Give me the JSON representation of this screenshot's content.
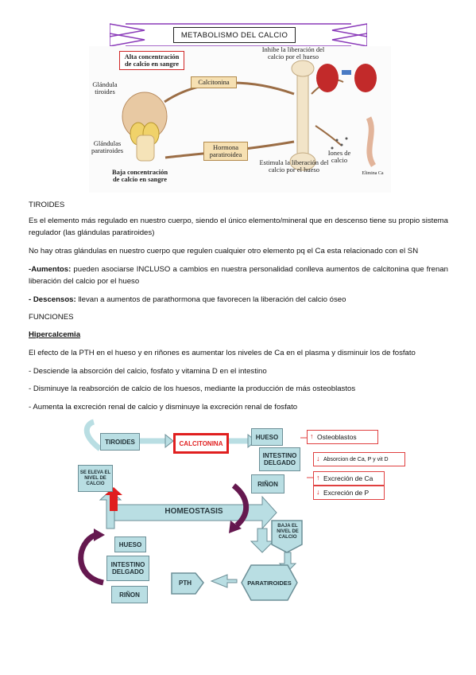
{
  "title": "METABOLISMO DEL CALCIO",
  "figure1": {
    "high_calcium": "Alta concentración de calcio en sangre",
    "thyroid": "Glándula tiroides",
    "parathyroid": "Glándulas paratiroides",
    "low_calcium": "Baja concentración de calcio en sangre",
    "calcitonin": "Calcitonina",
    "pth": "Hormona paratiroidea",
    "inhibits": "Inhibe la liberación del calcio por el hueso",
    "stimulates": "Estimula la liberación del calcio por el hueso",
    "ions": "Iones de calcio",
    "eliminates": "Elimina Ca"
  },
  "text": {
    "heading": "TIROIDES",
    "p1": "Es el elemento más regulado en nuestro cuerpo, siendo el único elemento/mineral que en descenso tiene su propio sistema regulador (las glándulas paratiroides)",
    "p2": "No hay otras glándulas en nuestro cuerpo que regulen cualquier otro elemento pq el Ca esta relacionado con el SN",
    "p3_bold": "-Aumentos:",
    "p3": " pueden asociarse INCLUSO a cambios en nuestra personalidad conlleva aumentos de calcitonina que frenan liberación del calcio por el hueso",
    "p4_bold": "- Descensos:",
    "p4": " llevan a aumentos de parathormona que favorecen la liberación del calcio óseo",
    "funciones": "FUNCIONES",
    "hipercalcemia": "Hipercalcemia",
    "p5": "El efecto de la PTH en el hueso y en riñones es aumentar los niveles de Ca en el plasma y disminuir los de fosfato",
    "b1": "- Desciende la absorción del calcio, fosfato y vitamina D en el intestino",
    "b2": "- Disminuye la reabsorción de calcio de los huesos, mediante la producción de más osteoblastos",
    "b3": " - Aumenta la excreción renal de calcio y disminuye la excreción renal de fosfato"
  },
  "diagram": {
    "tiroides": "TIROIDES",
    "calcitonina": "CALCITONINA",
    "hueso_top": "HUESO",
    "intestino_top": "INTESTINO DELGADO",
    "rinon_top": "RIÑON",
    "osteoblastos": "Osteoblastos",
    "absorcion": "Absorcion de Ca, P y vit D",
    "excrecion_ca": "Excreción de Ca",
    "excrecion_p": "Excreción de P",
    "se_eleva": "SE ELEVA EL NIVEL DE CALCIO",
    "homeostasis": "HOMEOSTASIS",
    "baja": "BAJA EL NIVEL DE CALCIO",
    "hueso_bottom": "HUESO",
    "intestino_bottom": "INTESTINO DELGADO",
    "rinon_bottom": "RIÑON",
    "pth": "PTH",
    "paratiroides": "PARATIROIDES"
  }
}
